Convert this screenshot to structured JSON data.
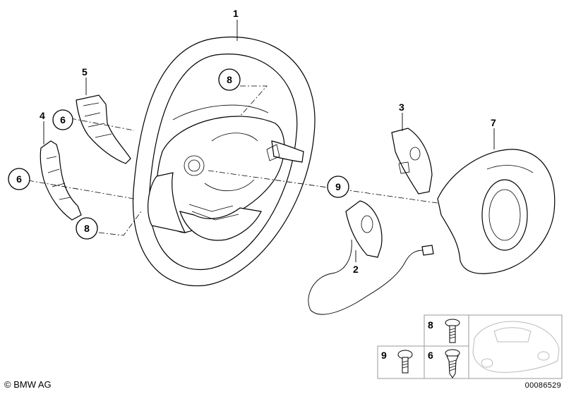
{
  "callouts": {
    "steering_wheel": "1",
    "cable": "2",
    "right_cover": "3",
    "left_lower_cover": "4",
    "left_upper_cover": "5",
    "airbag": "7",
    "screw_box_8": "8",
    "screw_box_9": "9",
    "screw_box_6": "6"
  },
  "circled_callouts": {
    "screw_6_upper": "6",
    "screw_6_lower": "6",
    "screw_8_upper": "8",
    "screw_8_lower": "8",
    "screw_9": "9"
  },
  "footer": {
    "copyright": "© BMW AG",
    "diagram_number": "00086529"
  }
}
